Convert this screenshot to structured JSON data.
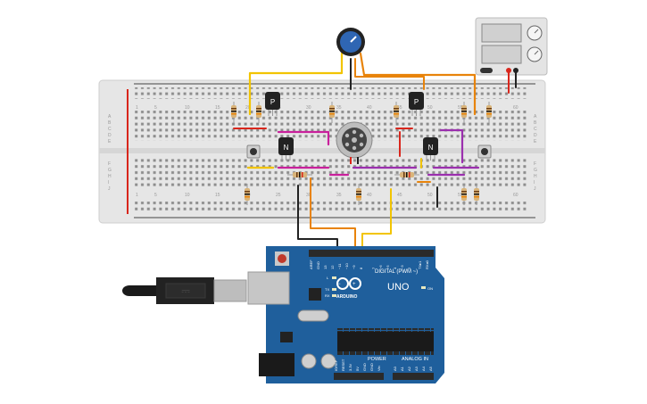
{
  "board": {
    "name": "UNO",
    "logo_text": "ARDUINO",
    "digital_label": "DIGITAL (PWM ~)",
    "power_label": "POWER",
    "analog_label": "ANALOG IN",
    "on_label": "ON",
    "led_labels": [
      "L",
      "TX",
      "RX"
    ],
    "pin_labels_digital": [
      "AREF",
      "GND",
      "13",
      "12",
      "~11",
      "~10",
      "~9",
      "8",
      "7",
      "~6",
      "~5",
      "4",
      "~3",
      "2",
      "TX▸1",
      "RX◂0"
    ],
    "pin_labels_power": [
      "IOREF",
      "RESET",
      "3.3V",
      "5V",
      "GND",
      "GND",
      "Vin"
    ],
    "pin_labels_analog": [
      "A0",
      "A1",
      "A2",
      "A3",
      "A4",
      "A5"
    ]
  },
  "breadboard": {
    "row_letters_top": [
      "A",
      "B",
      "C",
      "D",
      "E"
    ],
    "row_letters_bottom": [
      "F",
      "G",
      "H",
      "I",
      "J"
    ],
    "column_numbers": [
      "1",
      "5",
      "10",
      "15",
      "20",
      "25",
      "30",
      "35",
      "40",
      "45",
      "50",
      "55",
      "60"
    ]
  },
  "transistors": {
    "pnp_label": "P",
    "npn_label": "N"
  },
  "colors": {
    "board_blue": "#1f5f9c",
    "breadboard": "#e6e6e6",
    "wire_yellow": "#f2c400",
    "wire_orange": "#e8830a",
    "wire_purple": "#9b2fae",
    "wire_red": "#d9261c",
    "wire_magenta": "#c9209c",
    "wire_black": "#222222"
  }
}
